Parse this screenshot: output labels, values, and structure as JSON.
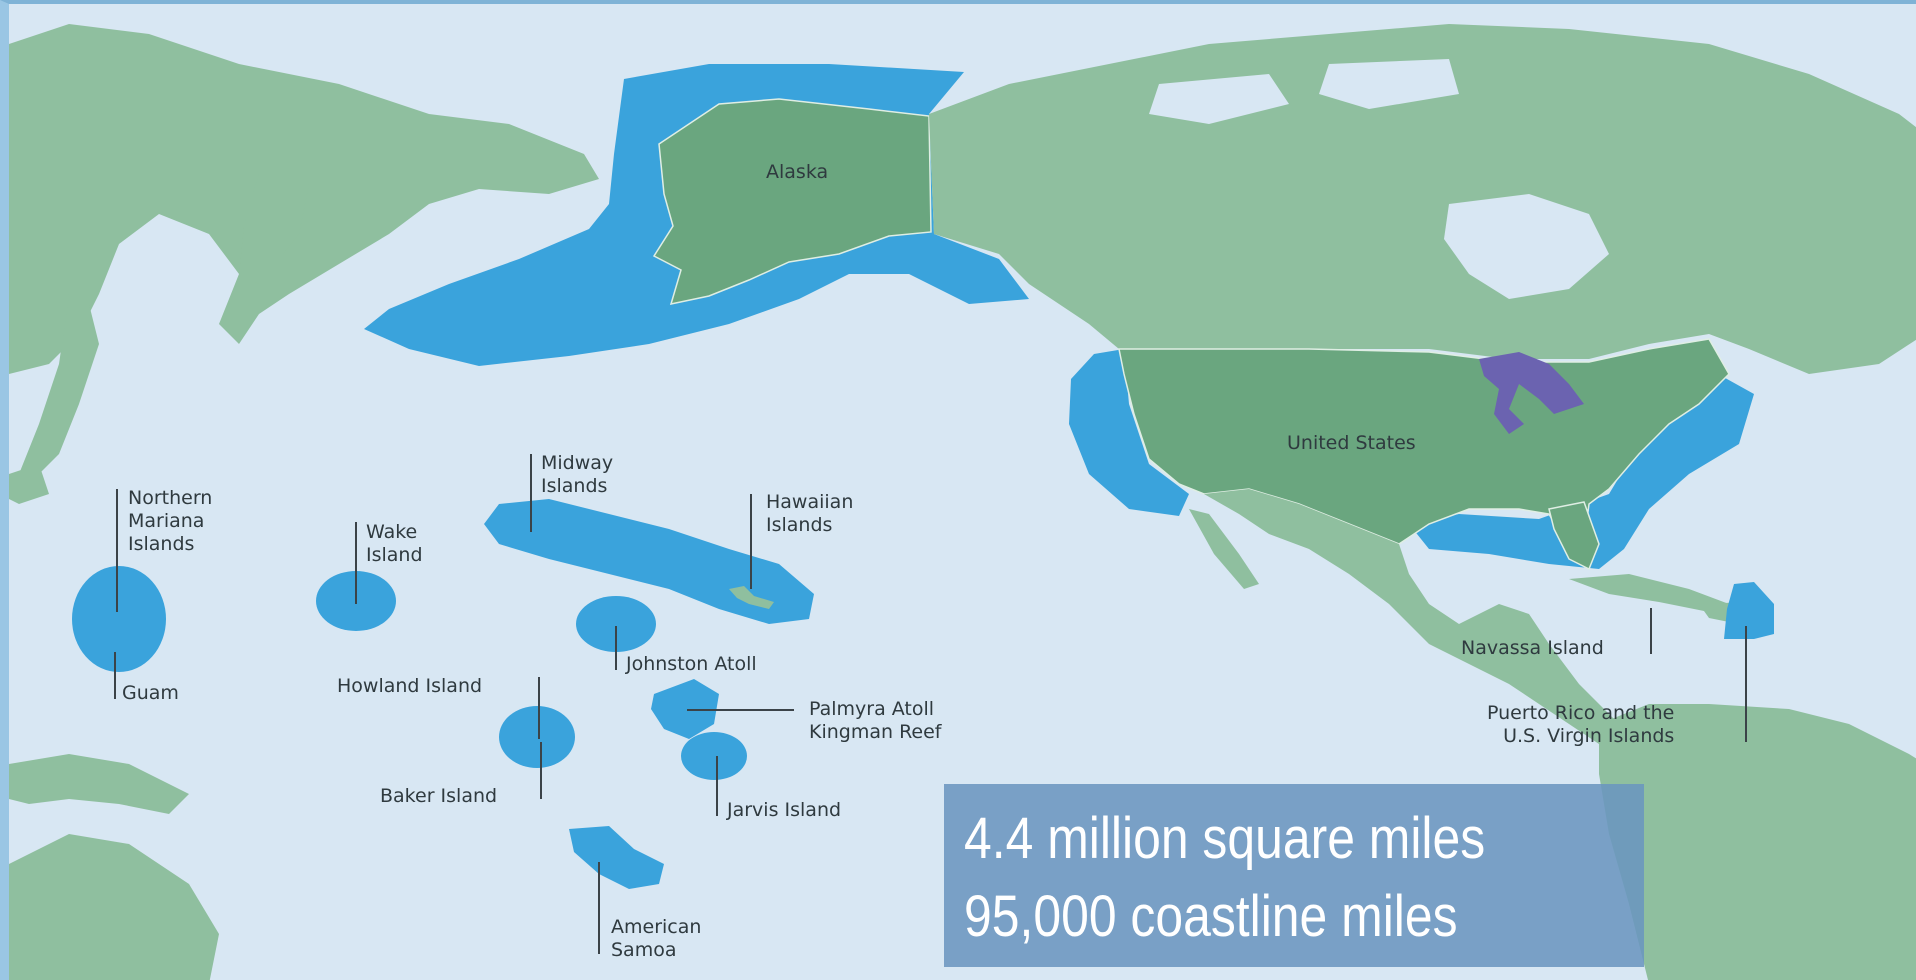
{
  "colors": {
    "ocean": "#d8e7f3",
    "land": "#8fbf9f",
    "us_land": "#6aa67f",
    "eez": "#3aa3dc",
    "great_lakes": "#6b63b0",
    "stats_box": "#6b96bf",
    "stats_text": "#ffffff",
    "label_text": "#2f3a3f"
  },
  "labels": {
    "alaska": "Alaska",
    "united_states": "United States",
    "northern_mariana": "Northern\nMariana\nIslands",
    "guam": "Guam",
    "wake": "Wake\nIsland",
    "midway": "Midway\nIslands",
    "hawaiian": "Hawaiian\nIslands",
    "johnston": "Johnston Atoll",
    "howland": "Howland Island",
    "palmyra": "Palmyra Atoll\nKingman Reef",
    "baker": "Baker Island",
    "jarvis": "Jarvis Island",
    "american_samoa": "American\nSamoa",
    "navassa": "Navassa Island",
    "puerto_rico": "Puerto Rico and the\nU.S. Virgin Islands"
  },
  "stats": {
    "area": "4.4 million square miles",
    "coastline": "95,000 coastline miles"
  }
}
